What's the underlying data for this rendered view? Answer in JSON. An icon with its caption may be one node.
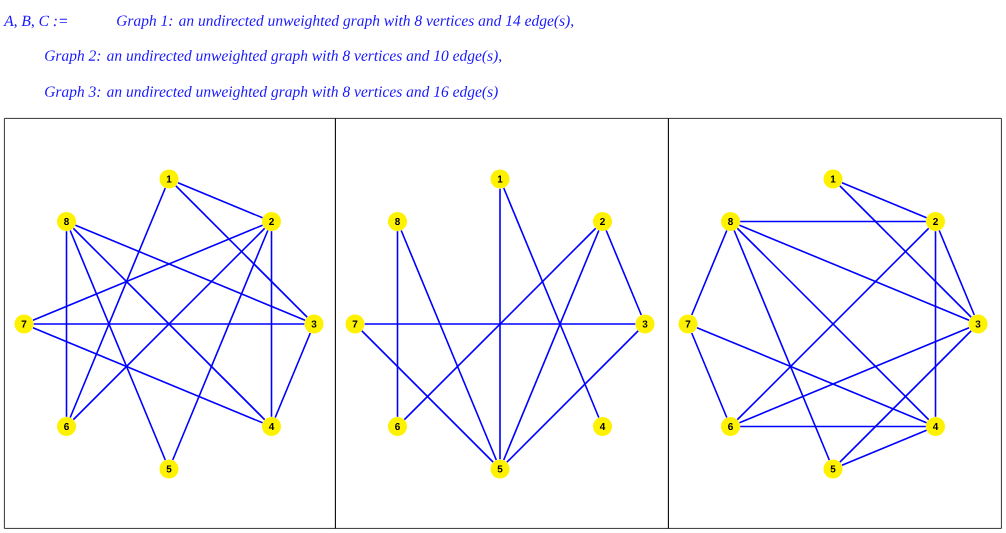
{
  "diagram": {
    "nodes": [
      {
        "text": [],
        "shape": "box"
      },
      {
        "text": [
          "1"
        ],
        "in": 0
      },
      {
        "text": [
          "2"
        ],
        "in": 0
      },
      {
        "text": [
          "3"
        ],
        "in": 0
      },
      {
        "text": [
          "4"
        ],
        "in": 0
      },
      {
        "text": [
          "5"
        ],
        "in": 0
      },
      {
        "text": [
          "6"
        ],
        "in": 0
      },
      {
        "text": [
          "7"
        ],
        "in": 0
      },
      {
        "text": [
          "8"
        ],
        "in": 0
      },
      {
        "text": [],
        "shape": "box"
      },
      {
        "text": [
          "1"
        ],
        "in": 9
      },
      {
        "text": [
          "2"
        ],
        "in": 9
      },
      {
        "text": [
          "3"
        ],
        "in": 9
      },
      {
        "text": [
          "4"
        ],
        "in": 9
      },
      {
        "text": [
          "5"
        ],
        "in": 9
      },
      {
        "text": [
          "6"
        ],
        "in": 9
      },
      {
        "text": [
          "7"
        ],
        "in": 9
      },
      {
        "text": [
          "8"
        ],
        "in": 9
      },
      {
        "text": [],
        "shape": "box"
      },
      {
        "text": [
          "1"
        ],
        "in": 18
      },
      {
        "text": [
          "2"
        ],
        "in": 18
      },
      {
        "text": [
          "3"
        ],
        "in": 18
      },
      {
        "text": [
          "4"
        ],
        "in": 18
      },
      {
        "text": [
          "5"
        ],
        "in": 18
      },
      {
        "text": [
          "6"
        ],
        "in": 18
      },
      {
        "text": [
          "7"
        ],
        "in": 18
      },
      {
        "text": [
          "8"
        ],
        "in": 18
      }
    ],
    "edges": [
      {
        "from": 1,
        "to": 2,
        "arrow": "none"
      },
      {
        "from": 1,
        "to": 3,
        "arrow": "none"
      },
      {
        "from": 1,
        "to": 6,
        "arrow": "none"
      },
      {
        "from": 2,
        "to": 7,
        "arrow": "none"
      },
      {
        "from": 2,
        "to": 6,
        "arrow": "none"
      },
      {
        "from": 2,
        "to": 5,
        "arrow": "none"
      },
      {
        "from": 2,
        "to": 4,
        "arrow": "none"
      },
      {
        "from": 8,
        "to": 3,
        "arrow": "none"
      },
      {
        "from": 8,
        "to": 6,
        "arrow": "none"
      },
      {
        "from": 8,
        "to": 5,
        "arrow": "none"
      },
      {
        "from": 8,
        "to": 4,
        "arrow": "none"
      },
      {
        "from": 7,
        "to": 3,
        "arrow": "none"
      },
      {
        "from": 7,
        "to": 4,
        "arrow": "none"
      },
      {
        "from": 3,
        "to": 4,
        "arrow": "none"
      },
      {
        "from": 10,
        "to": 14,
        "arrow": "none"
      },
      {
        "from": 10,
        "to": 13,
        "arrow": "none"
      },
      {
        "from": 17,
        "to": 15,
        "arrow": "none"
      },
      {
        "from": 17,
        "to": 14,
        "arrow": "none"
      },
      {
        "from": 11,
        "to": 15,
        "arrow": "none"
      },
      {
        "from": 11,
        "to": 14,
        "arrow": "none"
      },
      {
        "from": 11,
        "to": 12,
        "arrow": "none"
      },
      {
        "from": 16,
        "to": 12,
        "arrow": "none"
      },
      {
        "from": 16,
        "to": 14,
        "arrow": "none"
      },
      {
        "from": 12,
        "to": 14,
        "arrow": "none"
      },
      {
        "from": 19,
        "to": 20,
        "arrow": "none"
      },
      {
        "from": 19,
        "to": 21,
        "arrow": "none"
      },
      {
        "from": 26,
        "to": 20,
        "arrow": "none"
      },
      {
        "from": 26,
        "to": 25,
        "arrow": "none"
      },
      {
        "from": 26,
        "to": 21,
        "arrow": "none"
      },
      {
        "from": 26,
        "to": 22,
        "arrow": "none"
      },
      {
        "from": 26,
        "to": 23,
        "arrow": "none"
      },
      {
        "from": 20,
        "to": 24,
        "arrow": "none"
      },
      {
        "from": 20,
        "to": 22,
        "arrow": "none"
      },
      {
        "from": 20,
        "to": 21,
        "arrow": "none"
      },
      {
        "from": 25,
        "to": 24,
        "arrow": "none"
      },
      {
        "from": 25,
        "to": 22,
        "arrow": "none"
      },
      {
        "from": 21,
        "to": 24,
        "arrow": "none"
      },
      {
        "from": 21,
        "to": 23,
        "arrow": "none"
      },
      {
        "from": 24,
        "to": 22,
        "arrow": "none"
      },
      {
        "from": 22,
        "to": 23,
        "arrow": "none"
      }
    ],
    "labels": [
      "A, B, C :=",
      "Graph 1: an undirected unweighted graph with 8 vertices and 14 edge(s),",
      "Graph 2: an undirected unweighted graph with 8 vertices and 10 edge(s),",
      "Graph 3: an undirected unweighted graph with 8 vertices and 16 edge(s)"
    ]
  }
}
